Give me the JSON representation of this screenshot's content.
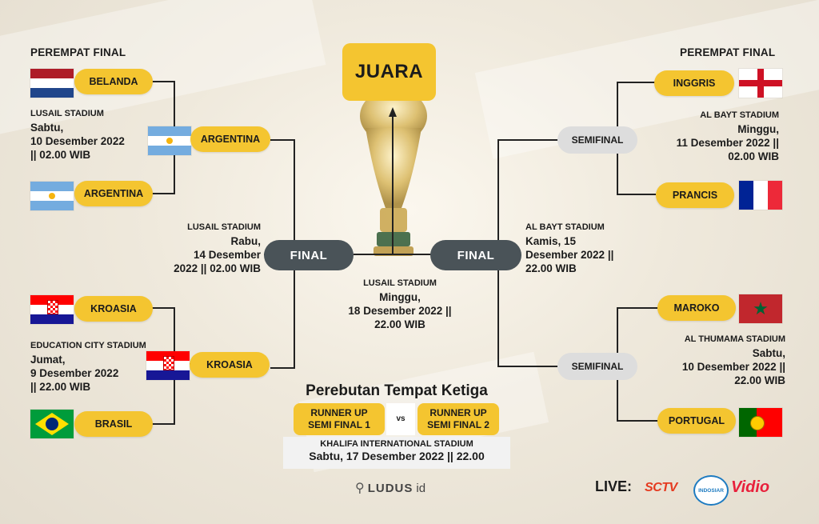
{
  "left": {
    "header": "PEREMPAT FINAL",
    "qf1": {
      "team_a": "BELANDA",
      "team_b": "ARGENTINA",
      "stadium": "LUSAIL STADIUM",
      "date": "Sabtu,\n10  Desember 2022\n|| 02.00 WIB",
      "winner": "ARGENTINA"
    },
    "qf2": {
      "team_a": "KROASIA",
      "team_b": "BRASIL",
      "stadium": "EDUCATION CITY STADIUM",
      "date": "Jumat,\n9 Desember 2022\n|| 22.00 WIB",
      "winner": "KROASIA"
    },
    "sf": {
      "label": "FINAL",
      "stadium": "LUSAIL STADIUM",
      "date": "Rabu,\n14  Desember\n2022 || 02.00 WIB"
    }
  },
  "right": {
    "header": "PEREMPAT FINAL",
    "qf1": {
      "team_a": "INGGRIS",
      "team_b": "PRANCIS",
      "stadium": "AL BAYT STADIUM",
      "date": "Minggu,\n11  Desember 2022 ||\n02.00 WIB",
      "winner": "SEMIFINAL"
    },
    "qf2": {
      "team_a": "MAROKO",
      "team_b": "PORTUGAL",
      "stadium": "AL THUMAMA STADIUM",
      "date": "Sabtu,\n10  Desember 2022 ||\n22.00 WIB",
      "winner": "SEMIFINAL"
    },
    "sf": {
      "label": "FINAL",
      "stadium": "AL BAYT STADIUM",
      "date": "Kamis, 15\nDesember 2022 ||\n22.00 WIB"
    }
  },
  "final": {
    "champion": "JUARA",
    "stadium": "LUSAIL STADIUM",
    "date": "Minggu,\n18 Desember 2022 ||\n22.00 WIB"
  },
  "third_place": {
    "title": "Perebutan Tempat Ketiga",
    "team_a": "RUNNER UP\nSEMI FINAL 1",
    "vs": "vs",
    "team_b": "RUNNER UP\nSEMI FINAL 2",
    "stadium": "KHALIFA INTERNATIONAL STADIUM",
    "date": "Sabtu, 17 Desember 2022 || 22.00"
  },
  "footer": {
    "brand": "LUDUS",
    "brand_suffix": "id",
    "live_label": "LIVE:",
    "broadcasters": [
      "SCTV",
      "INDOSIAR",
      "Vidio"
    ]
  },
  "colors": {
    "pill": "#f4c530",
    "final": "#4a5358",
    "semifinal": "#dddddd",
    "line": "#222222"
  },
  "icons": [
    "world-cup-trophy-icon",
    "netherlands-flag-icon",
    "argentina-flag-icon",
    "croatia-flag-icon",
    "brazil-flag-icon",
    "england-flag-icon",
    "france-flag-icon",
    "morocco-flag-icon",
    "portugal-flag-icon",
    "ludus-logo-icon"
  ]
}
